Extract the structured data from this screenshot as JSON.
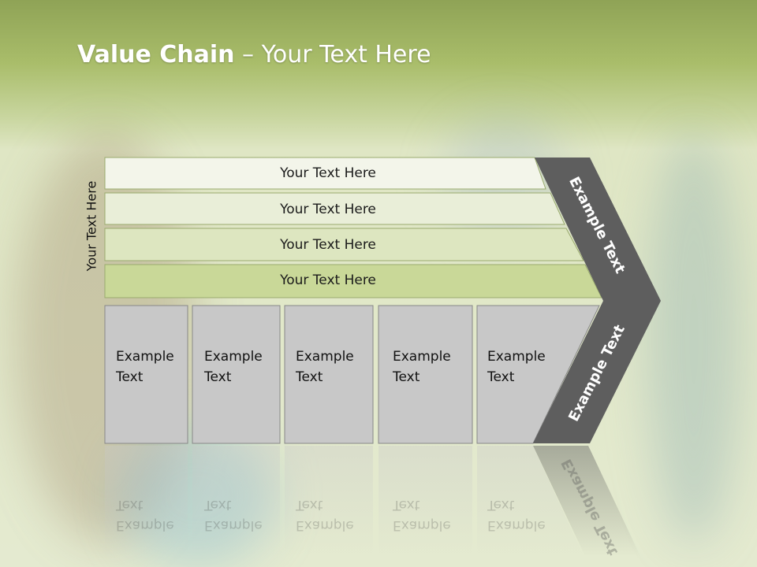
{
  "slide": {
    "title_bold": "Value Chain",
    "title_rest": " – Your Text Here",
    "side_label": "Your Text Here"
  },
  "rows": [
    {
      "label": "Your Text Here",
      "fill": "#f3f5ea"
    },
    {
      "label": "Your Text Here",
      "fill": "#e9eed8"
    },
    {
      "label": "Your Text Here",
      "fill": "#dde6c0"
    },
    {
      "label": "Your Text Here",
      "fill": "#c9d898"
    }
  ],
  "boxes": [
    {
      "line1": "Example",
      "line2": "Text"
    },
    {
      "line1": "Example",
      "line2": "Text"
    },
    {
      "line1": "Example",
      "line2": "Text"
    },
    {
      "line1": "Example",
      "line2": "Text"
    },
    {
      "line1": "Example",
      "line2": "Text"
    }
  ],
  "chevron": {
    "upper_text": "Example Text",
    "lower_text": "Example Text",
    "color": "#5e5e5e"
  },
  "colors": {
    "box_fill": "#c8c8c8",
    "header_green": "#9db35e"
  }
}
